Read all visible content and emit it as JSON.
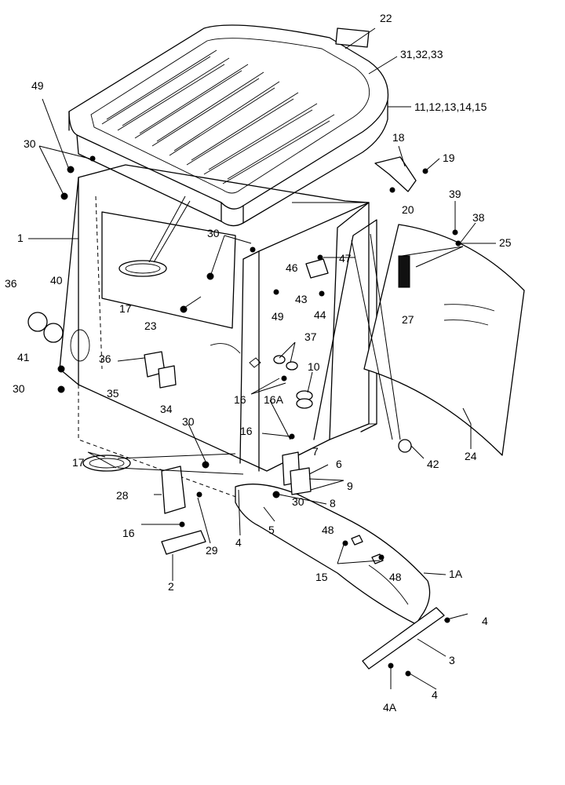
{
  "callouts": [
    {
      "id": "c22",
      "text": "22"
    },
    {
      "id": "c31",
      "text": "31,32,33"
    },
    {
      "id": "c11",
      "text": "11,12,13,14,15"
    },
    {
      "id": "c49a",
      "text": "49"
    },
    {
      "id": "c30a",
      "text": "30"
    },
    {
      "id": "c18",
      "text": "18"
    },
    {
      "id": "c19",
      "text": "19"
    },
    {
      "id": "c20",
      "text": "20"
    },
    {
      "id": "c39",
      "text": "39"
    },
    {
      "id": "c38",
      "text": "38"
    },
    {
      "id": "c25",
      "text": "25"
    },
    {
      "id": "c1",
      "text": "1"
    },
    {
      "id": "c30b",
      "text": "30"
    },
    {
      "id": "c47",
      "text": "47"
    },
    {
      "id": "c46",
      "text": "46"
    },
    {
      "id": "c43",
      "text": "43"
    },
    {
      "id": "c44",
      "text": "44"
    },
    {
      "id": "c36a",
      "text": "36"
    },
    {
      "id": "c40",
      "text": "40"
    },
    {
      "id": "c17a",
      "text": "17"
    },
    {
      "id": "c23",
      "text": "23"
    },
    {
      "id": "c49b",
      "text": "49"
    },
    {
      "id": "c27",
      "text": "27"
    },
    {
      "id": "c41",
      "text": "41"
    },
    {
      "id": "c37",
      "text": "37"
    },
    {
      "id": "c36b",
      "text": "36"
    },
    {
      "id": "c10",
      "text": "10"
    },
    {
      "id": "c30c",
      "text": "30"
    },
    {
      "id": "c35",
      "text": "35"
    },
    {
      "id": "c16a",
      "text": "16"
    },
    {
      "id": "c16A",
      "text": "16A"
    },
    {
      "id": "c34",
      "text": "34"
    },
    {
      "id": "c30d",
      "text": "30"
    },
    {
      "id": "c16b",
      "text": "16"
    },
    {
      "id": "c7",
      "text": "7"
    },
    {
      "id": "c6",
      "text": "6"
    },
    {
      "id": "c42",
      "text": "42"
    },
    {
      "id": "c24",
      "text": "24"
    },
    {
      "id": "c17b",
      "text": "17"
    },
    {
      "id": "c9",
      "text": "9"
    },
    {
      "id": "c28",
      "text": "28"
    },
    {
      "id": "c8",
      "text": "8"
    },
    {
      "id": "c30e",
      "text": "30"
    },
    {
      "id": "c5",
      "text": "5"
    },
    {
      "id": "c16c",
      "text": "16"
    },
    {
      "id": "c4a",
      "text": "4"
    },
    {
      "id": "c29",
      "text": "29"
    },
    {
      "id": "c48a",
      "text": "48"
    },
    {
      "id": "c1A",
      "text": "1A"
    },
    {
      "id": "c15",
      "text": "15"
    },
    {
      "id": "c48b",
      "text": "48"
    },
    {
      "id": "c2",
      "text": "2"
    },
    {
      "id": "c4b",
      "text": "4"
    },
    {
      "id": "c3",
      "text": "3"
    },
    {
      "id": "c4c",
      "text": "4"
    },
    {
      "id": "c4A",
      "text": "4A"
    }
  ]
}
